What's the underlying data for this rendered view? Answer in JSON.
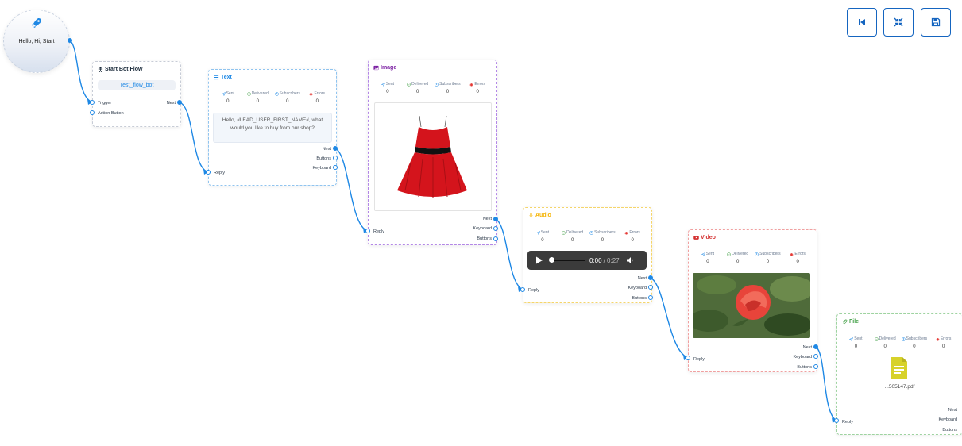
{
  "start": {
    "label": "Hello, Hi, Start",
    "icon": "rocket-icon"
  },
  "toolbar": {
    "buttons": [
      "skip-back-icon",
      "collapse-icon",
      "save-icon"
    ],
    "accent": "#1565c0"
  },
  "colors": {
    "wire": "#1e88e5",
    "text_title": "#1e88e5",
    "image_title": "#7b1fa2",
    "audio_title": "#f5b301",
    "video_title": "#d32f2f",
    "file_title": "#43a047"
  },
  "stat_labels": {
    "sent": "Sent",
    "delivered": "Delivered",
    "subscribers": "Subscribers",
    "errors": "Errors"
  },
  "start_node": {
    "title": "Start Bot Flow",
    "flow_name": "Test_flow_bot",
    "trigger": "Trigger",
    "action_button": "Action Button",
    "next": "Next"
  },
  "text_node": {
    "title": "Text",
    "stats": [
      "0",
      "0",
      "0",
      "0"
    ],
    "message": "Hello, #LEAD_USER_FIRST_NAME#, what would you like to buy from our shop?",
    "next": "Next",
    "buttons": "Buttons",
    "keyboard": "Keyboard",
    "reply": "Reply"
  },
  "image_node": {
    "title": "Image",
    "stats": [
      "0",
      "0",
      "0",
      "0"
    ],
    "next": "Next",
    "keyboard": "Keyboard",
    "buttons": "Buttons",
    "reply": "Reply"
  },
  "audio_node": {
    "title": "Audio",
    "stats": [
      "0",
      "0",
      "0",
      "0"
    ],
    "current_time": "0:00",
    "duration": "/ 0:27",
    "progress": 0.0,
    "next": "Next",
    "keyboard": "Keyboard",
    "buttons": "Buttons",
    "reply": "Reply"
  },
  "video_node": {
    "title": "Video",
    "stats": [
      "0",
      "0",
      "0",
      "0"
    ],
    "next": "Next",
    "keyboard": "Keyboard",
    "buttons": "Buttons",
    "reply": "Reply"
  },
  "file_node": {
    "title": "File",
    "stats": [
      "0",
      "0",
      "0",
      "0"
    ],
    "file_name": "...505147.pdf",
    "next": "Next",
    "keyboard": "Keyboard",
    "buttons": "Buttons",
    "reply": "Reply"
  }
}
